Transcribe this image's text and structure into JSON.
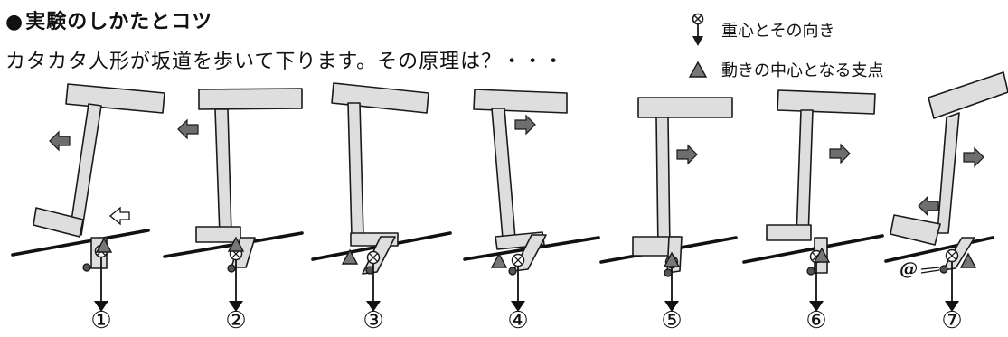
{
  "title": {
    "bullet": "●",
    "text": "実験のしかたとコツ"
  },
  "subtitle": "カタカタ人形が坂道を歩いて下ります。その原理は？・・・",
  "legend": {
    "center_of_gravity": "重心とその向き",
    "pivot": "動きの中心となる支点"
  },
  "figure": {
    "step_labels": [
      "①",
      "②",
      "③",
      "④",
      "⑤",
      "⑥",
      "⑦"
    ],
    "annotation": "@",
    "colors": {
      "part_fill": "#dedede",
      "arrow_fill": "#6e6e6e",
      "stroke": "#1a1a1a"
    }
  }
}
